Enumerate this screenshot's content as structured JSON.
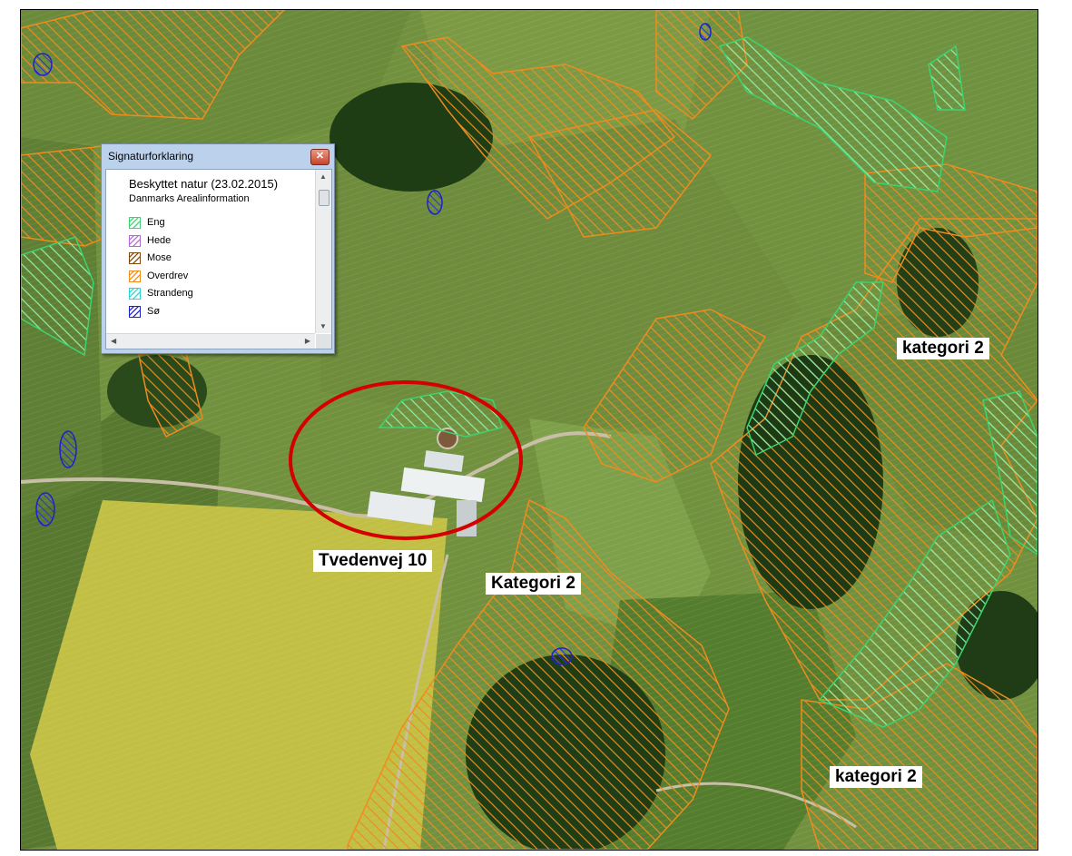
{
  "legend": {
    "window_title": "Signaturforklaring",
    "layer_title": "Beskyttet natur  (23.02.2015)",
    "source": "Danmarks Arealinformation",
    "items": [
      {
        "label": "Eng",
        "color": "#3bd470"
      },
      {
        "label": "Hede",
        "color": "#b26ad8"
      },
      {
        "label": "Mose",
        "color": "#7a4a12"
      },
      {
        "label": "Overdrev",
        "color": "#ee8c20"
      },
      {
        "label": "Strandeng",
        "color": "#25d8d8"
      },
      {
        "label": "Sø",
        "color": "#1d22c8"
      }
    ]
  },
  "map": {
    "labels": {
      "farm": "Tvedenvej 10",
      "cat_south": "Kategori 2",
      "cat_east": "kategori 2",
      "cat_southeast": "kategori 2"
    },
    "marker_color": "#d40000",
    "hatch_colors": {
      "overdrev": "#ee8c20",
      "eng": "#3bd470",
      "soe": "#1d22c8"
    }
  }
}
